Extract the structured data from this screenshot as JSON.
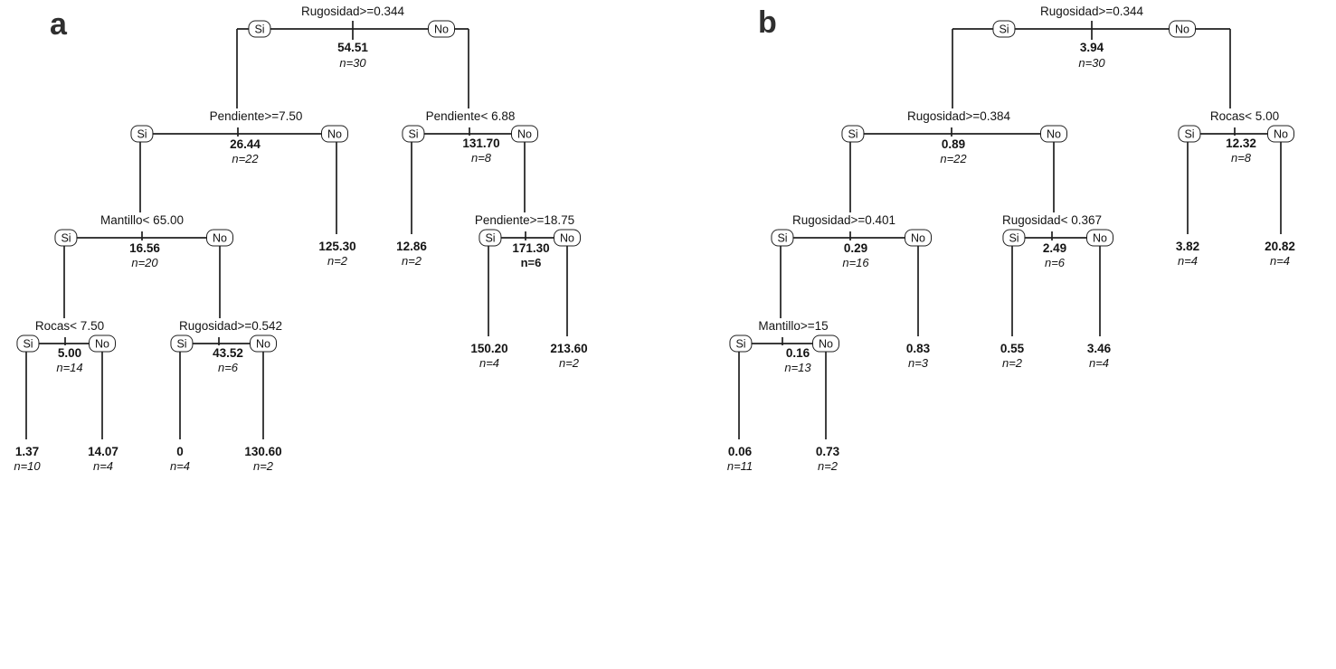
{
  "panels": [
    {
      "label": "a",
      "yes_label": "Si",
      "no_label": "No",
      "nodes": [
        {
          "condition": "Rugosidad>=0.344",
          "value": "54.51",
          "n": "n=30",
          "yes": "node:1",
          "no": "node:5"
        },
        {
          "condition": "Pendiente>=7.50",
          "value": "26.44",
          "n": "n=22",
          "yes": "node:2",
          "no": "leaf:0"
        },
        {
          "condition": "Mantillo< 65.00",
          "value": "16.56",
          "n": "n=20",
          "yes": "node:3",
          "no": "node:4"
        },
        {
          "condition": "Rocas< 7.50",
          "value": "5.00",
          "n": "n=14",
          "yes": "leaf:2",
          "no": "leaf:3"
        },
        {
          "condition": "Rugosidad>=0.542",
          "value": "43.52",
          "n": "n=6",
          "yes": "leaf:4",
          "no": "leaf:5"
        },
        {
          "condition": "Pendiente< 6.88",
          "value": "131.70",
          "n": "n=8",
          "yes": "leaf:1",
          "no": "node:6"
        },
        {
          "condition": "Pendiente>=18.75",
          "value": "171.30",
          "n": "n=6",
          "n_bold": true,
          "yes": "leaf:6",
          "no": "leaf:7"
        }
      ],
      "leaves": [
        {
          "value": "125.30",
          "n": "n=2"
        },
        {
          "value": "12.86",
          "n": "n=2"
        },
        {
          "value": "1.37",
          "n": "n=10"
        },
        {
          "value": "14.07",
          "n": "n=4"
        },
        {
          "value": "0",
          "n": "n=4"
        },
        {
          "value": "130.60",
          "n": "n=2"
        },
        {
          "value": "150.20",
          "n": "n=4"
        },
        {
          "value": "213.60",
          "n": "n=2"
        }
      ]
    },
    {
      "label": "b",
      "yes_label": "Si",
      "no_label": "No",
      "nodes": [
        {
          "condition": "Rugosidad>=0.344",
          "value": "3.94",
          "n": "n=30",
          "yes": "node:1",
          "no": "node:2"
        },
        {
          "condition": "Rugosidad>=0.384",
          "value": "0.89",
          "n": "n=22",
          "yes": "node:3",
          "no": "node:4"
        },
        {
          "condition": "Rocas< 5.00",
          "value": "12.32",
          "n": "n=8",
          "yes": "leaf:0",
          "no": "leaf:1"
        },
        {
          "condition": "Rugosidad>=0.401",
          "value": "0.29",
          "n": "n=16",
          "yes": "node:5",
          "no": "leaf:2"
        },
        {
          "condition": "Rugosidad< 0.367",
          "value": "2.49",
          "n": "n=6",
          "yes": "leaf:3",
          "no": "leaf:4"
        },
        {
          "condition": "Mantillo>=15",
          "value": "0.16",
          "n": "n=13",
          "yes": "leaf:5",
          "no": "leaf:6"
        }
      ],
      "leaves": [
        {
          "value": "3.82",
          "n": "n=4"
        },
        {
          "value": "20.82",
          "n": "n=4"
        },
        {
          "value": "0.83",
          "n": "n=3"
        },
        {
          "value": "0.55",
          "n": "n=2"
        },
        {
          "value": "3.46",
          "n": "n=4"
        },
        {
          "value": "0.06",
          "n": "n=11"
        },
        {
          "value": "0.73",
          "n": "n=2"
        }
      ]
    }
  ]
}
